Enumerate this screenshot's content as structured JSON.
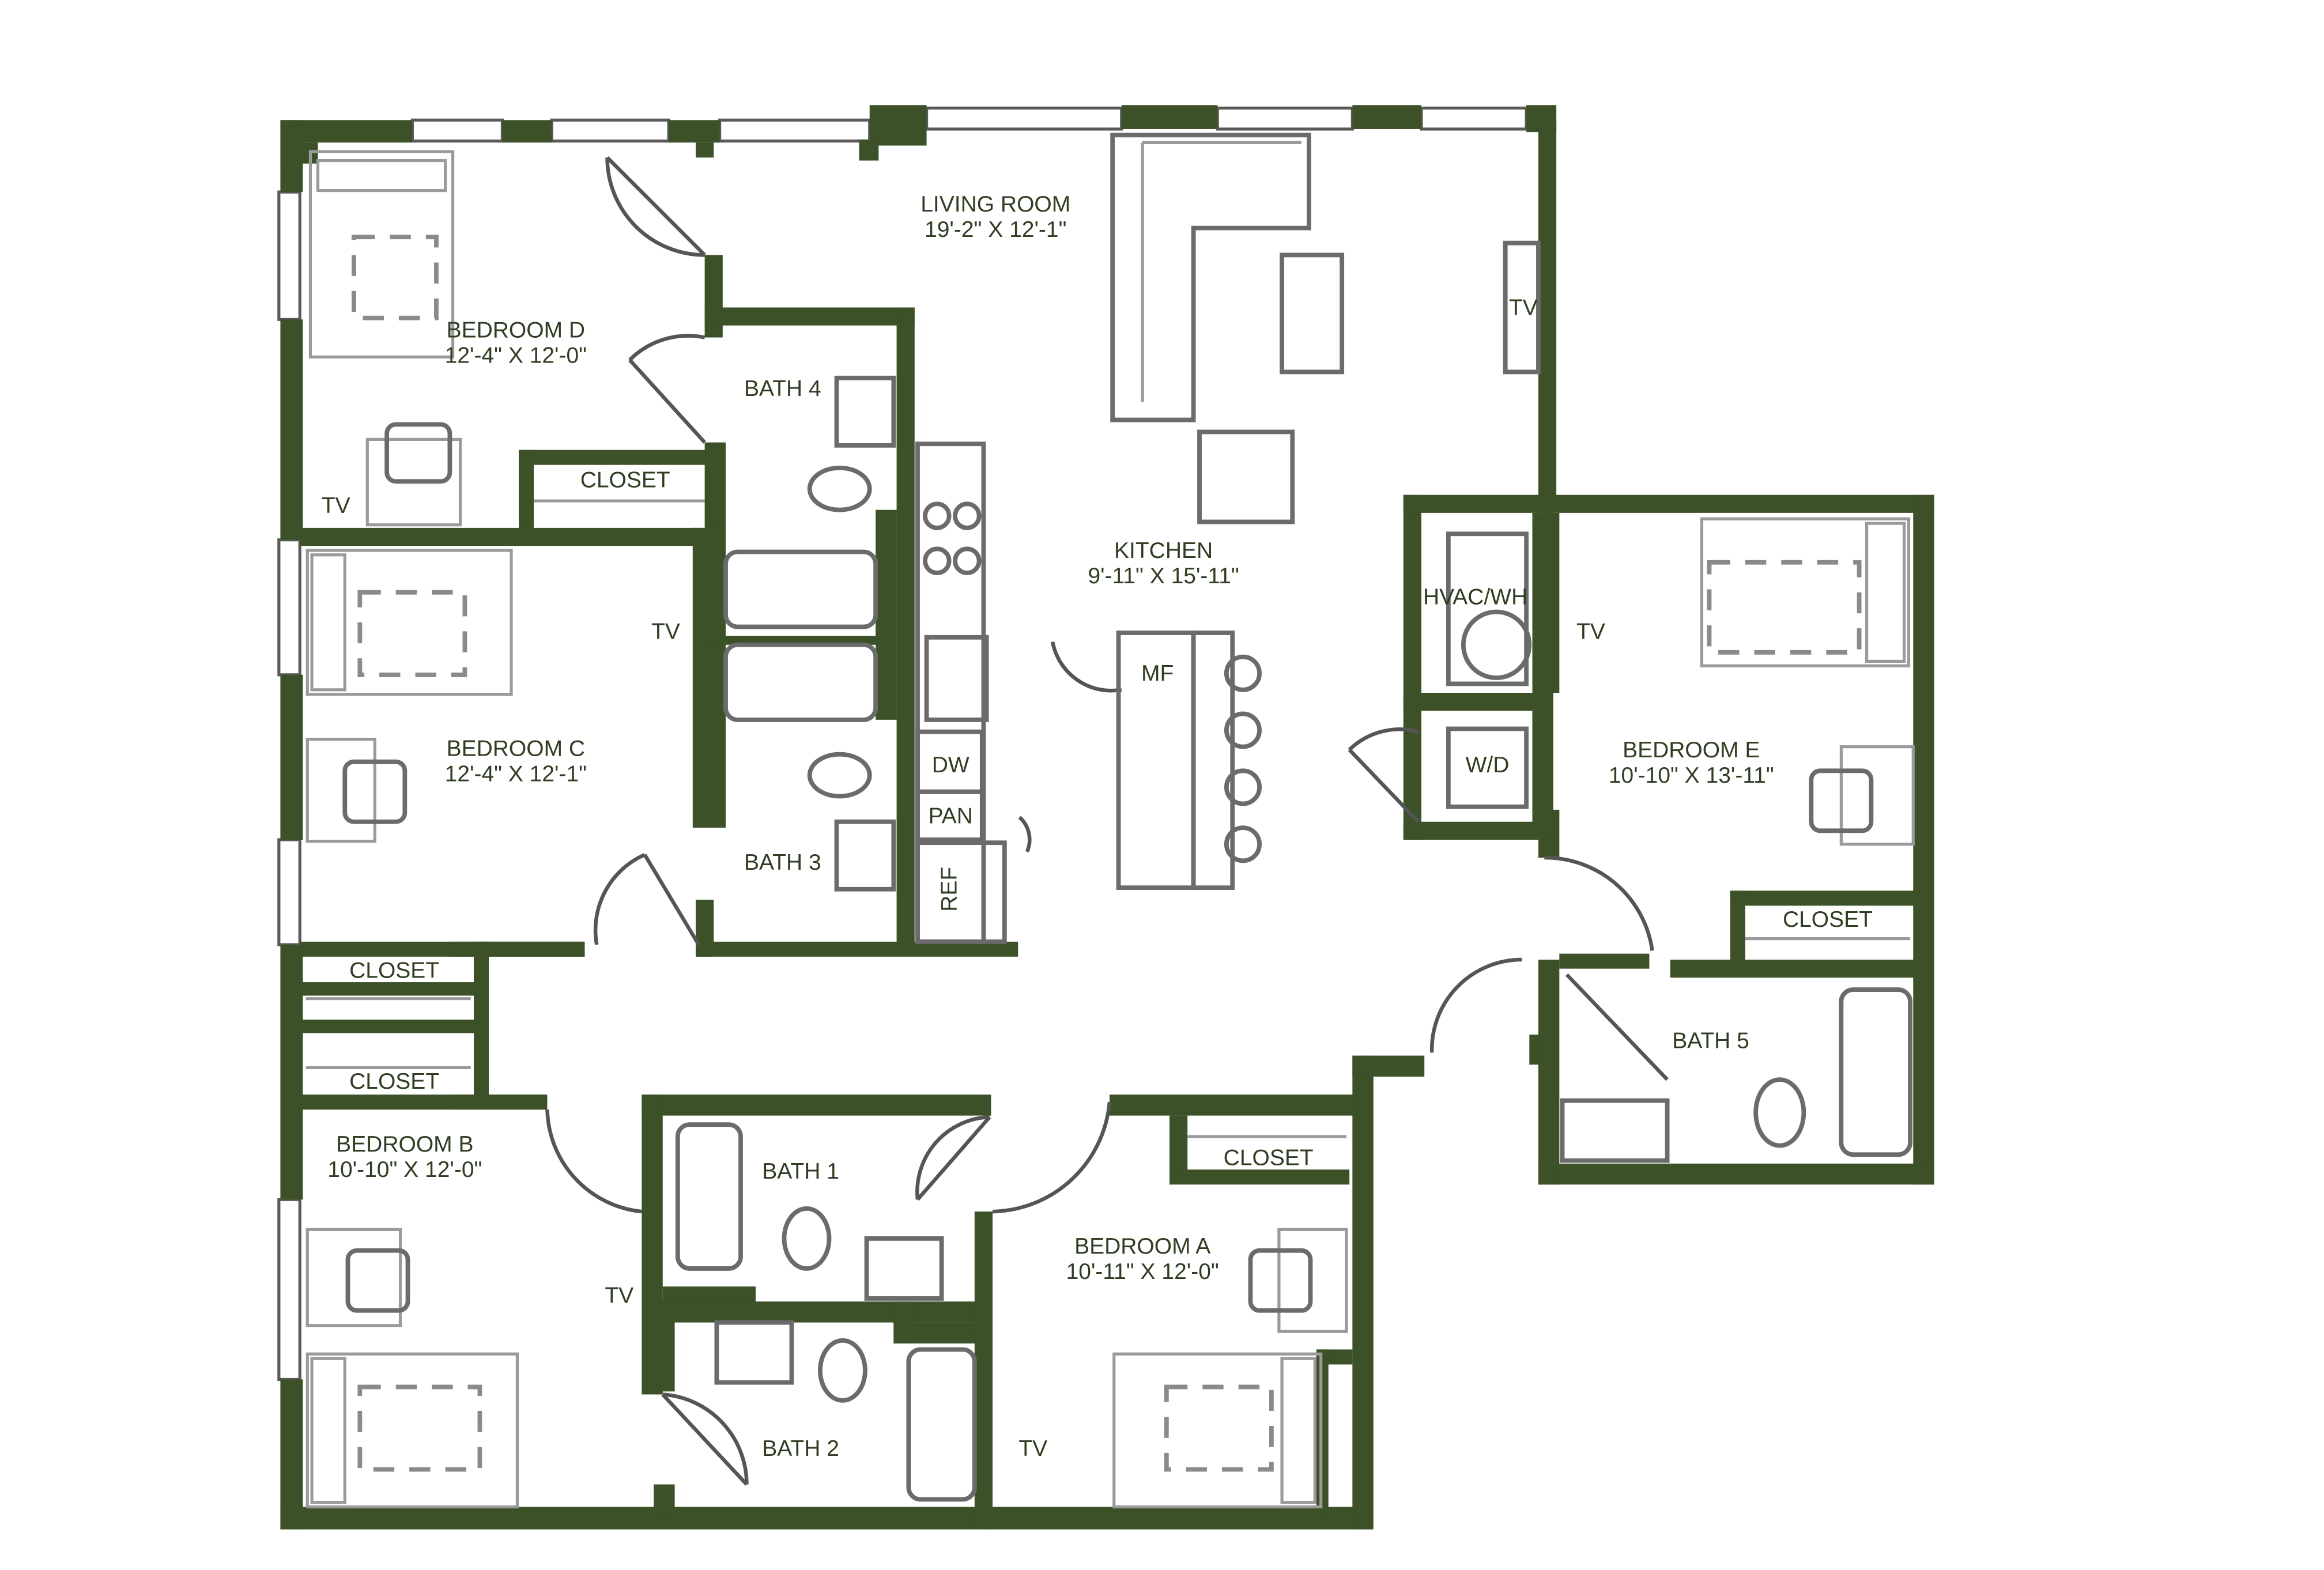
{
  "colors": {
    "wall": "#3c5128",
    "label": "#2f3d22",
    "fixture": "#6b6b6b"
  },
  "rooms": {
    "living": {
      "name": "LIVING ROOM",
      "dims": "19'-2\" X 12'-1\""
    },
    "kitchen": {
      "name": "KITCHEN",
      "dims": "9'-11\" X 15'-11\""
    },
    "bedroom_a": {
      "name": "BEDROOM A",
      "dims": "10'-11\" X 12'-0\""
    },
    "bedroom_b": {
      "name": "BEDROOM B",
      "dims": "10'-10\" X 12'-0\""
    },
    "bedroom_c": {
      "name": "BEDROOM C",
      "dims": "12'-4\" X 12'-1\""
    },
    "bedroom_d": {
      "name": "BEDROOM D",
      "dims": "12'-4\" X 12'-0\""
    },
    "bedroom_e": {
      "name": "BEDROOM E",
      "dims": "10'-10\" X 13'-11\""
    }
  },
  "baths": {
    "bath1": "BATH 1",
    "bath2": "BATH 2",
    "bath3": "BATH 3",
    "bath4": "BATH 4",
    "bath5": "BATH 5"
  },
  "utilities": {
    "hvac": "HVAC/WH",
    "wd": "W/D",
    "mf": "MF",
    "dw": "DW",
    "pan": "PAN",
    "ref": "REF"
  },
  "closet_label": "CLOSET",
  "tv_label": "TV"
}
